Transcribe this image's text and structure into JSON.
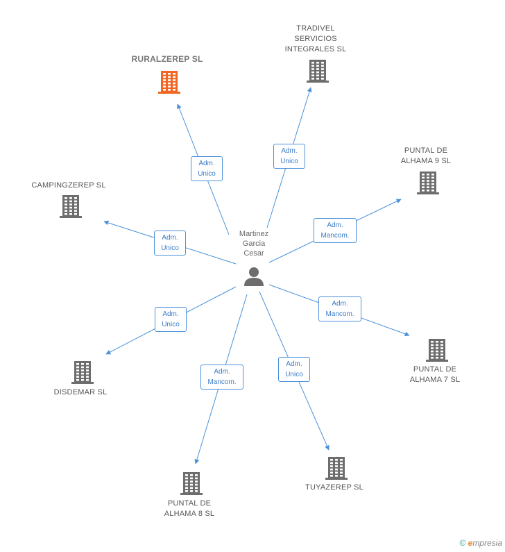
{
  "center": {
    "name": "Martinez\nGarcia\nCesar",
    "icon": "person-icon"
  },
  "nodes": [
    {
      "name": "RURALZEREP SL",
      "role": "Adm.\nUnico",
      "highlight": true
    },
    {
      "name": "TRADIVEL\nSERVICIOS\nINTEGRALES SL",
      "role": "Adm.\nUnico"
    },
    {
      "name": "PUNTAL DE\nALHAMA 9 SL",
      "role": "Adm.\nMancom."
    },
    {
      "name": "CAMPINGZEREP SL",
      "role": "Adm.\nUnico"
    },
    {
      "name": "PUNTAL DE\nALHAMA 7 SL",
      "role": "Adm.\nMancom."
    },
    {
      "name": "DISDEMAR  SL",
      "role": "Adm.\nUnico"
    },
    {
      "name": "TUYAZEREP SL",
      "role": "Adm.\nUnico"
    },
    {
      "name": "PUNTAL DE\nALHAMA 8 SL",
      "role": "Adm.\nMancom."
    }
  ],
  "colors": {
    "highlight": "#f26522",
    "building": "#6d6d6d",
    "edge": "#4a90d9"
  },
  "footer": {
    "copyright": "©",
    "brand": "mpresia",
    "brand_initial": "e"
  }
}
